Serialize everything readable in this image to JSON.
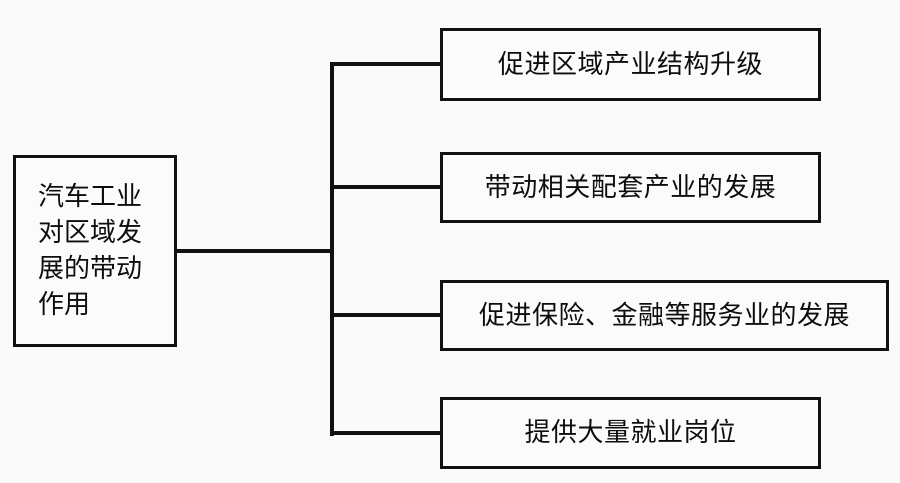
{
  "diagram": {
    "type": "tree-bracket",
    "colors": {
      "background": "#fafafa",
      "box_fill": "#fbfbfb",
      "line": "#111111",
      "text": "#0d0d0d"
    },
    "root": {
      "label": "汽车工业\n对区域发\n展的带动\n作用",
      "plain_label": "汽车工业对区域发展的带动作用"
    },
    "branches": [
      {
        "label": "促进区域产业结构升级"
      },
      {
        "label": "带动相关配套产业的发展"
      },
      {
        "label": "促进保险、金融等服务业的发展"
      },
      {
        "label": "提供大量就业岗位"
      }
    ]
  }
}
